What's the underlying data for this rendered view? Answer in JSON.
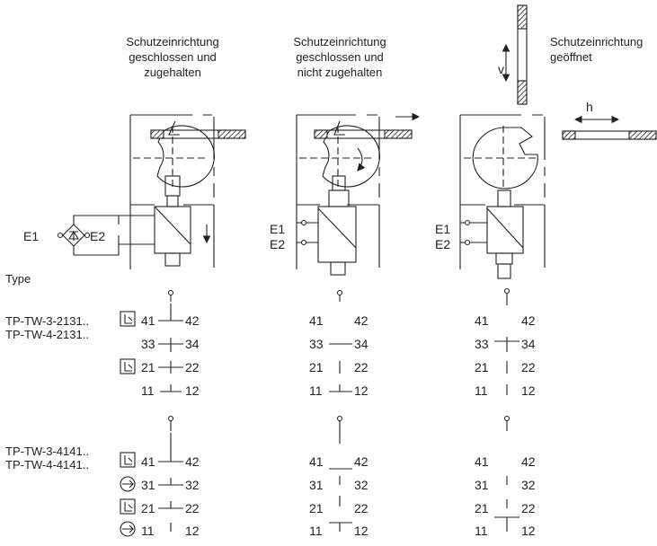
{
  "headers": {
    "closed_locked": [
      "Schutzeinrichtung",
      "geschlossen und",
      "zugehalten"
    ],
    "closed_unlocked": [
      "Schutzeinrichtung",
      "geschlossen und",
      "nicht zugehalten"
    ],
    "open": [
      "Schutzeinrichtung",
      "geöffnet"
    ]
  },
  "motion_labels": {
    "vertical": "v",
    "horizontal": "h"
  },
  "terminals": {
    "e1": "E1",
    "e2": "E2"
  },
  "type_label": "Type",
  "group_a": {
    "types": [
      "TP-TW-3-2131..",
      "TP-TW-4-2131.."
    ],
    "rows": [
      {
        "left": "41",
        "right": "42"
      },
      {
        "left": "33",
        "right": "34"
      },
      {
        "left": "21",
        "right": "22"
      },
      {
        "left": "11",
        "right": "12"
      }
    ]
  },
  "group_b": {
    "types": [
      "TP-TW-3-4141..",
      "TP-TW-4-4141.."
    ],
    "rows": [
      {
        "left": "41",
        "right": "42"
      },
      {
        "left": "31",
        "right": "32"
      },
      {
        "left": "21",
        "right": "22"
      },
      {
        "left": "11",
        "right": "12"
      }
    ]
  }
}
